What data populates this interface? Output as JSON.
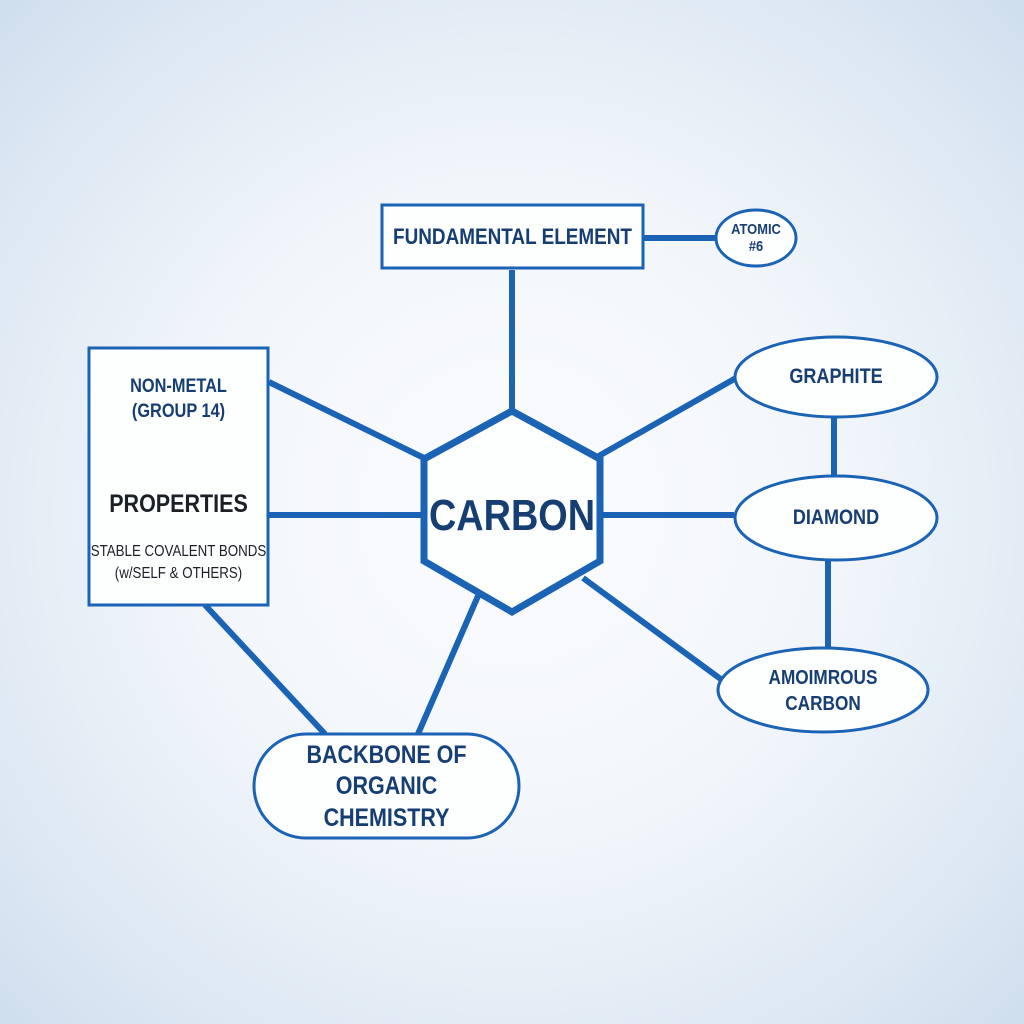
{
  "diagram": {
    "type": "concept-map",
    "colors": {
      "line": "#1a63b5",
      "text_primary": "#163e72",
      "text_dark": "#1b1f26",
      "node_fill": "#fdfefe",
      "background": "#eef3f9"
    },
    "center": {
      "label": "CARBON",
      "shape": "hexagon"
    },
    "nodes": {
      "fundamental": {
        "label": "FUNDAMENTAL ELEMENT",
        "shape": "rectangle"
      },
      "atomic": {
        "line1": "ATOMIC",
        "line2": "#6",
        "shape": "ellipse"
      },
      "properties_box": {
        "shape": "rectangle",
        "classification_line1": "NON-METAL",
        "classification_line2": "(GROUP 14)",
        "heading": "PROPERTIES",
        "detail_line1": "STABLE COVALENT BONDS",
        "detail_line2": "(w/SELF & OTHERS)"
      },
      "graphite": {
        "label": "GRAPHITE",
        "shape": "ellipse"
      },
      "diamond": {
        "label": "DIAMOND",
        "shape": "ellipse"
      },
      "amorphous": {
        "line1": "AMOIMROUS",
        "line2": "CARBON",
        "shape": "ellipse"
      },
      "backbone": {
        "line1": "BACKBONE OF",
        "line2": "ORGANIC",
        "line3": "CHEMISTRY",
        "shape": "pill"
      }
    },
    "edges": [
      {
        "from": "carbon",
        "to": "fundamental"
      },
      {
        "from": "fundamental",
        "to": "atomic"
      },
      {
        "from": "carbon",
        "to": "properties_box"
      },
      {
        "from": "carbon",
        "to": "properties_box"
      },
      {
        "from": "carbon",
        "to": "graphite"
      },
      {
        "from": "carbon",
        "to": "diamond"
      },
      {
        "from": "carbon",
        "to": "amorphous"
      },
      {
        "from": "graphite",
        "to": "diamond"
      },
      {
        "from": "diamond",
        "to": "amorphous"
      },
      {
        "from": "carbon",
        "to": "backbone"
      },
      {
        "from": "properties_box",
        "to": "backbone"
      }
    ]
  }
}
